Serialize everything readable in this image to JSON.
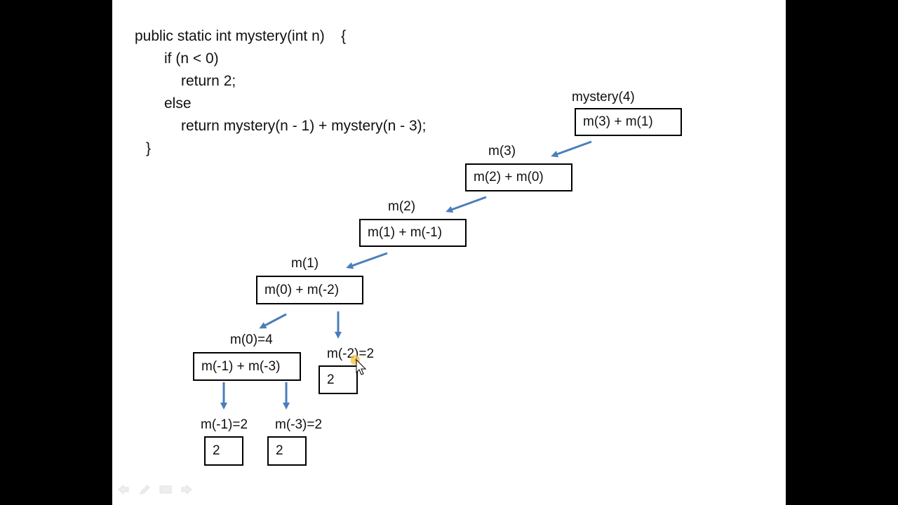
{
  "code": {
    "line1": "public static int mystery(int n)    {",
    "line2": "if (n < 0)",
    "line3": "return 2;",
    "line4": "else",
    "line5": "return mystery(n - 1) + mystery(n - 3);",
    "line6": "}"
  },
  "tree": {
    "n4": {
      "label": "mystery(4)",
      "box": "m(3) + m(1)"
    },
    "n3": {
      "label": "m(3)",
      "box": "m(2) + m(0)"
    },
    "n2": {
      "label": "m(2)",
      "box": "m(1) + m(-1)"
    },
    "n1": {
      "label": "m(1)",
      "box": "m(0) + m(-2)"
    },
    "n0": {
      "label": "m(0)=4",
      "box": "m(-1) + m(-3)"
    },
    "nm2": {
      "label": "m(-2)=2",
      "box": "2"
    },
    "nm1": {
      "label": "m(-1)=2",
      "box": "2"
    },
    "nm3": {
      "label": "m(-3)=2",
      "box": "2"
    }
  },
  "colors": {
    "arrow": "#4a7ebb",
    "cursor_highlight": "#f5c242",
    "background": "#000000",
    "slide": "#ffffff"
  },
  "nav_icons": [
    "arrow-left-icon",
    "pen-icon",
    "menu-icon",
    "arrow-right-icon"
  ]
}
